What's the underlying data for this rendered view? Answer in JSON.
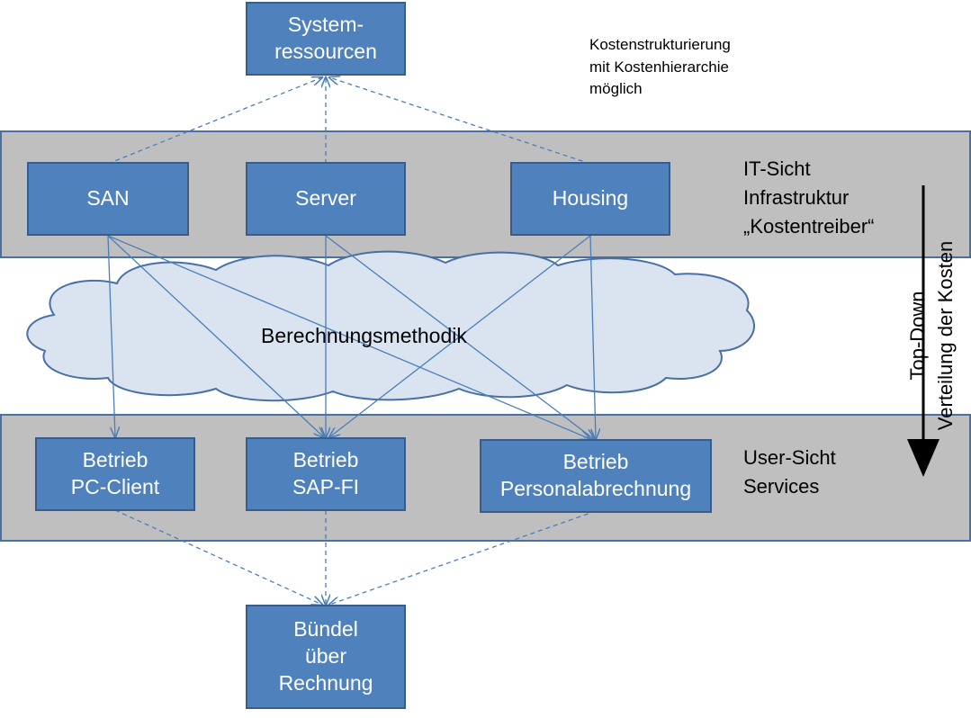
{
  "top_node": {
    "lines": [
      "System-",
      "ressourcen"
    ]
  },
  "note": {
    "lines": [
      "Kostenstrukturierung",
      "mit Kostenhierarchie",
      "möglich"
    ]
  },
  "it_layer": {
    "lines": [
      "IT-Sicht",
      "Infrastruktur",
      "„Kostentreiber“"
    ],
    "nodes": [
      {
        "label": "SAN"
      },
      {
        "label": "Server"
      },
      {
        "label": "Housing"
      }
    ]
  },
  "cloud": {
    "label": "Berechnungsmethodik"
  },
  "user_layer": {
    "lines": [
      "User-Sicht",
      "Services"
    ],
    "nodes": [
      {
        "lines": [
          "Betrieb",
          "PC-Client"
        ]
      },
      {
        "lines": [
          "Betrieb",
          "SAP-FI"
        ]
      },
      {
        "lines": [
          "Betrieb",
          "Personalabrechnung"
        ]
      }
    ]
  },
  "bottom_node": {
    "lines": [
      "Bündel",
      "über",
      "Rechnung"
    ]
  },
  "direction": {
    "lines": [
      "Top-Down",
      "Verteilung der Kosten"
    ]
  },
  "colors": {
    "box_fill": "#4f81bd",
    "band_fill": "#bfbfbf",
    "cloud_fill": "#dae3f0",
    "connector": "#4a7ebb"
  }
}
